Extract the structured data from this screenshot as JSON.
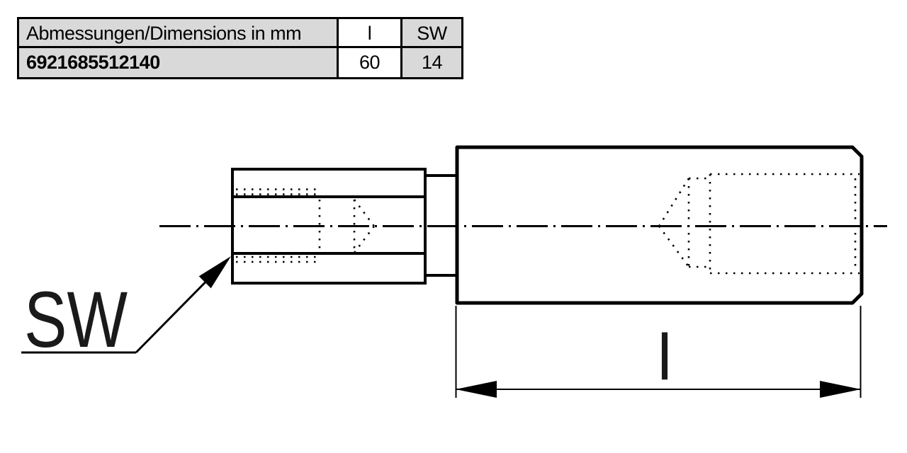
{
  "table": {
    "header": {
      "dimensions_label": "Abmessungen/Dimensions in mm",
      "l_col": "l",
      "sw_col": "SW"
    },
    "row": {
      "part_number": "6921685512140",
      "l_value": "60",
      "sw_value": "14"
    }
  },
  "drawing": {
    "sw_label": "SW",
    "length_label": "l"
  },
  "colors": {
    "line": "#000000",
    "table_gray": "#d9d9d9",
    "background": "#ffffff"
  }
}
